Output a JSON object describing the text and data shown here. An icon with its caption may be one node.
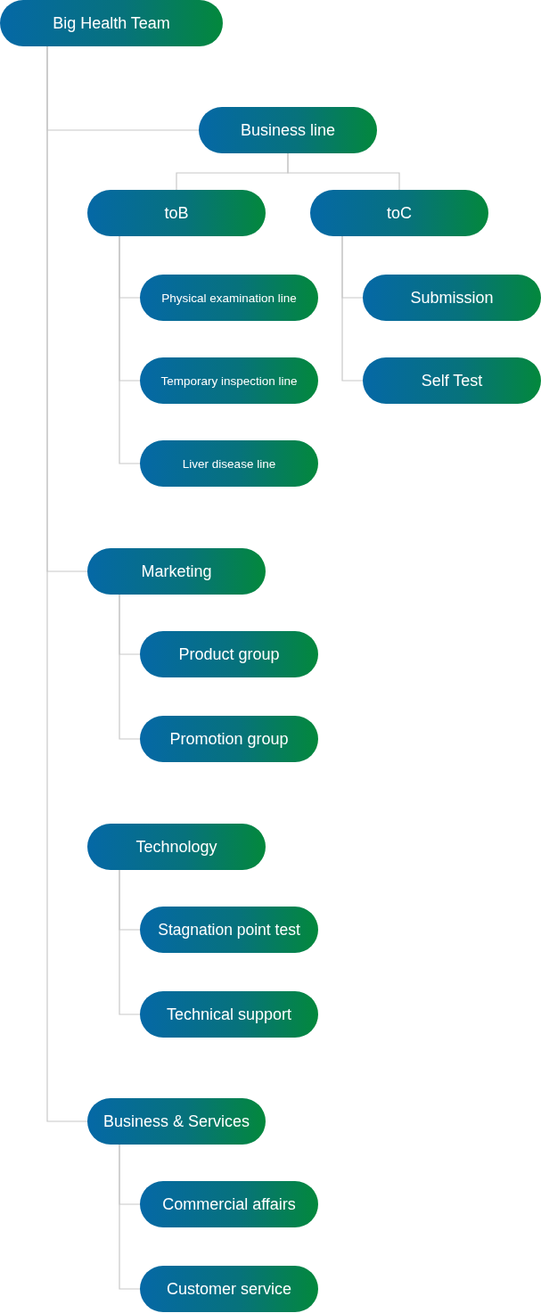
{
  "diagram": {
    "nodes": [
      {
        "text": [
          "Big Health Team"
        ]
      },
      {
        "text": [
          "Business line"
        ]
      },
      {
        "text": [
          "toB"
        ]
      },
      {
        "text": [
          "toC"
        ]
      },
      {
        "text": [
          "Physical examination line"
        ]
      },
      {
        "text": [
          "Temporary inspection line"
        ]
      },
      {
        "text": [
          "Liver disease line"
        ]
      },
      {
        "text": [
          "Submission"
        ]
      },
      {
        "text": [
          "Self Test"
        ]
      },
      {
        "text": [
          "Marketing"
        ]
      },
      {
        "text": [
          "Product group"
        ]
      },
      {
        "text": [
          "Promotion group"
        ]
      },
      {
        "text": [
          "Technology"
        ]
      },
      {
        "text": [
          "Stagnation point test"
        ]
      },
      {
        "text": [
          "Technical support"
        ]
      },
      {
        "text": [
          "Business & Services"
        ]
      },
      {
        "text": [
          "Commercial affairs"
        ]
      },
      {
        "text": [
          "Customer service"
        ]
      }
    ],
    "edges": [
      {
        "from": 0,
        "to": 1,
        "arrow": "none"
      },
      {
        "from": 1,
        "to": 2,
        "arrow": "none"
      },
      {
        "from": 1,
        "to": 3,
        "arrow": "none"
      },
      {
        "from": 2,
        "to": 4,
        "arrow": "none"
      },
      {
        "from": 2,
        "to": 5,
        "arrow": "none"
      },
      {
        "from": 2,
        "to": 6,
        "arrow": "none"
      },
      {
        "from": 3,
        "to": 7,
        "arrow": "none"
      },
      {
        "from": 3,
        "to": 8,
        "arrow": "none"
      },
      {
        "from": 0,
        "to": 9,
        "arrow": "none"
      },
      {
        "from": 9,
        "to": 10,
        "arrow": "none"
      },
      {
        "from": 9,
        "to": 11,
        "arrow": "none"
      },
      {
        "from": 12,
        "to": 13,
        "arrow": "none"
      },
      {
        "from": 12,
        "to": 14,
        "arrow": "none"
      },
      {
        "from": 0,
        "to": 15,
        "arrow": "none"
      },
      {
        "from": 15,
        "to": 16,
        "arrow": "none"
      },
      {
        "from": 15,
        "to": 17,
        "arrow": "none"
      }
    ]
  }
}
